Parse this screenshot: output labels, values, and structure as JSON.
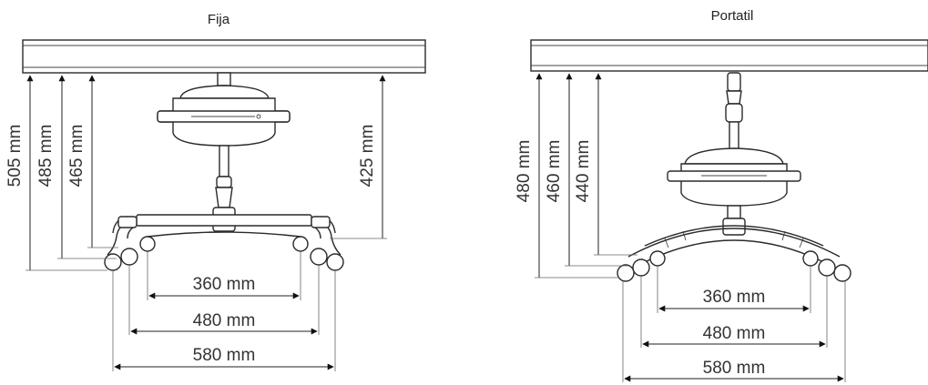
{
  "panels": [
    {
      "title": "Fija",
      "vertical_dims": [
        "505 mm",
        "485 mm",
        "465 mm",
        "425 mm"
      ],
      "horizontal_dims": [
        "360 mm",
        "480 mm",
        "580 mm"
      ]
    },
    {
      "title": "Portatil",
      "vertical_dims": [
        "480 mm",
        "460 mm",
        "440 mm"
      ],
      "horizontal_dims": [
        "360 mm",
        "480 mm",
        "580 mm"
      ]
    }
  ]
}
